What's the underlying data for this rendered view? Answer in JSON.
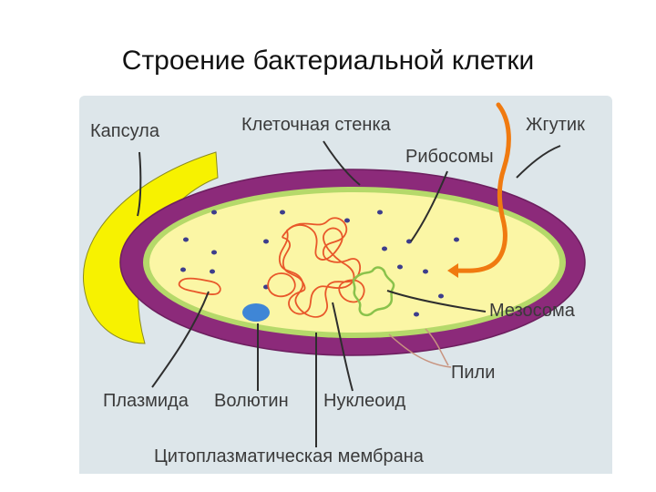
{
  "title": "Строение бактериальной клетки",
  "colors": {
    "background": "#dde6ea",
    "capsule": "#f7f200",
    "cell_wall": "#8c2a7a",
    "cytoplasm": "#fbf6a5",
    "membrane": "#b5d96a",
    "nucleoid": "#e8572a",
    "flagellum": "#f07a10",
    "volutin": "#3f86d6",
    "ribosome": "#3d3d8c",
    "mesosoma": "#8ac24b",
    "pili": "#c89480",
    "leader": "#2e2e2e"
  },
  "labels": {
    "capsule": "Капсула",
    "cell_wall": "Клеточная стенка",
    "flagellum": "Жгутик",
    "ribosomes": "Рибосомы",
    "mesosoma": "Мезосома",
    "pili": "Пили",
    "plasmid": "Плазмида",
    "volutin": "Волютин",
    "nucleoid": "Нуклеоид",
    "cytoplasmic_membrane": "Цитоплазматическая мембрана"
  }
}
